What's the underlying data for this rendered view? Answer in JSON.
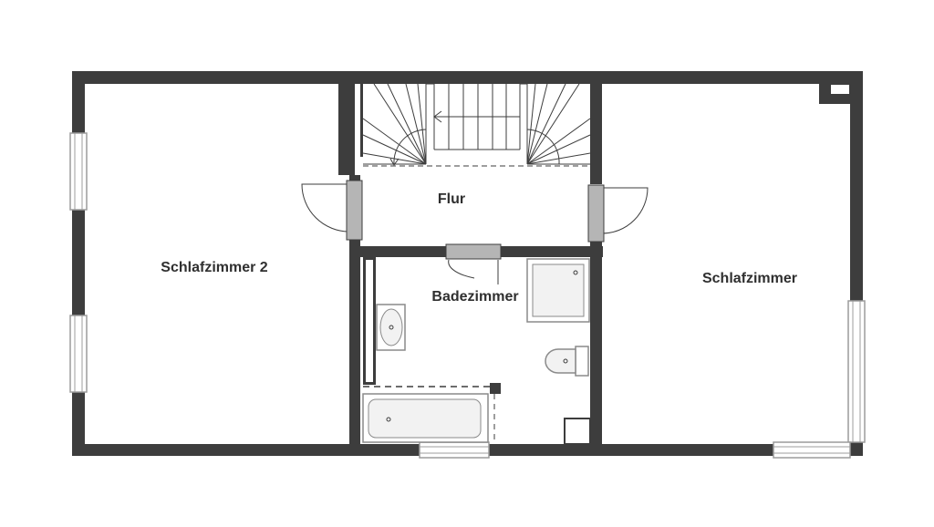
{
  "floorplan": {
    "rooms": {
      "bedroom2": {
        "label": "Schlafzimmer 2"
      },
      "hallway": {
        "label": "Flur"
      },
      "bathroom": {
        "label": "Badezimmer"
      },
      "bedroom": {
        "label": "Schlafzimmer"
      }
    },
    "colors": {
      "wall": "#3d3d3d",
      "door_leaf": "#b5b5b5",
      "fixture": "#8a8a8a",
      "window_frame": "#9c9c9c",
      "background": "#ffffff"
    }
  }
}
